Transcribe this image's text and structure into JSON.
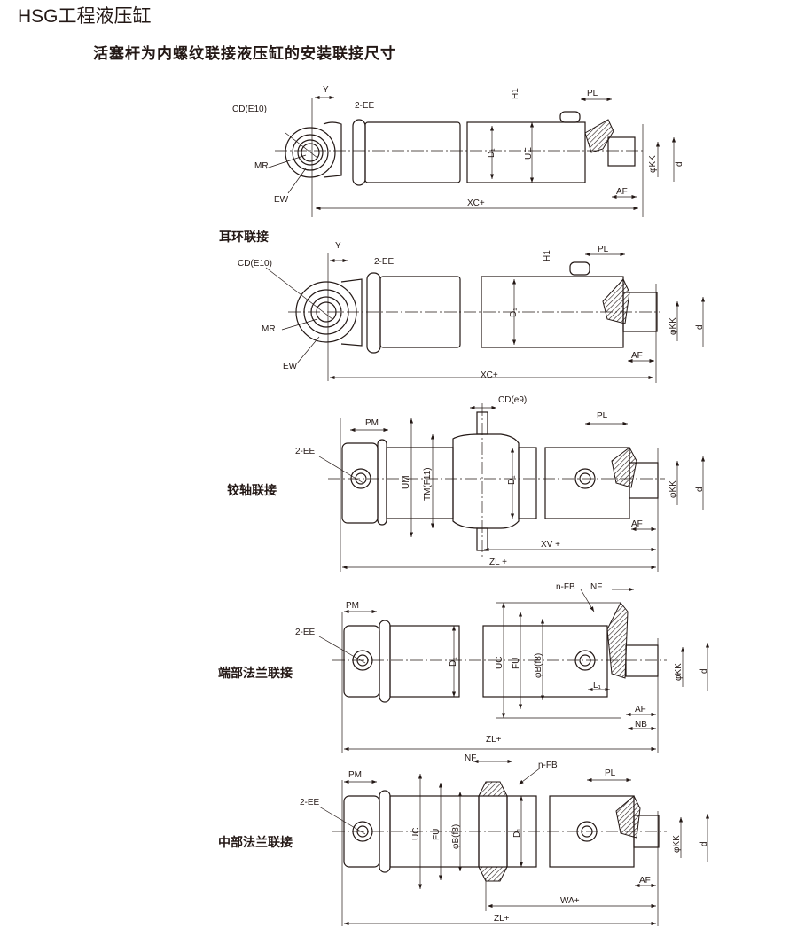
{
  "title": "HSG工程液压缸",
  "subtitle": "活塞杆为内螺纹联接液压缸的安装联接尺寸",
  "sections": {
    "clevis": "耳环联接",
    "trunnion": "铰轴联接",
    "end_flange": "端部法兰联接",
    "mid_flange": "中部法兰联接"
  },
  "d1": {
    "cd": "CD(E10)",
    "y": "Y",
    "ee": "2-EE",
    "mr": "MR",
    "ew": "EW",
    "h1": "H1",
    "pl": "PL",
    "d1": "D₁",
    "ue": "UE",
    "kk": "φKK",
    "d": "d",
    "af": "AF",
    "xc": "XC+"
  },
  "d2": {
    "cd": "CD(E10)",
    "y": "Y",
    "ee": "2-EE",
    "mr": "MR",
    "ew": "EW",
    "h1": "H1",
    "pl": "PL",
    "d1": "D₁",
    "kk": "φKK",
    "d": "d",
    "af": "AF",
    "xc": "XC+"
  },
  "d3": {
    "pm": "PM",
    "cd": "CD(e9)",
    "pl": "PL",
    "ee": "2-EE",
    "um": "UM",
    "tm": "TM(F11)",
    "d1": "D₁",
    "kk": "φKK",
    "d": "d",
    "af": "AF",
    "xv": "XV +",
    "zl": "ZL +"
  },
  "d4": {
    "nfb": "n-FB",
    "nf": "NF",
    "pm": "PM",
    "ee": "2-EE",
    "d1": "D₁",
    "uc": "UC",
    "fu": "FU",
    "b": "φB(f8)",
    "l1": "L₁",
    "kk": "φKK",
    "d": "d",
    "af": "AF",
    "nb": "NB",
    "zl": "ZL+"
  },
  "d5": {
    "nf": "NF",
    "nfb": "n-FB",
    "pm": "PM",
    "pl": "PL",
    "ee": "2-EE",
    "uc": "UC",
    "fu": "FU",
    "b": "φB(f8)",
    "d1": "D₁",
    "kk": "φKK",
    "d": "d",
    "af": "AF",
    "wa": "WA+",
    "zl": "ZL+"
  }
}
